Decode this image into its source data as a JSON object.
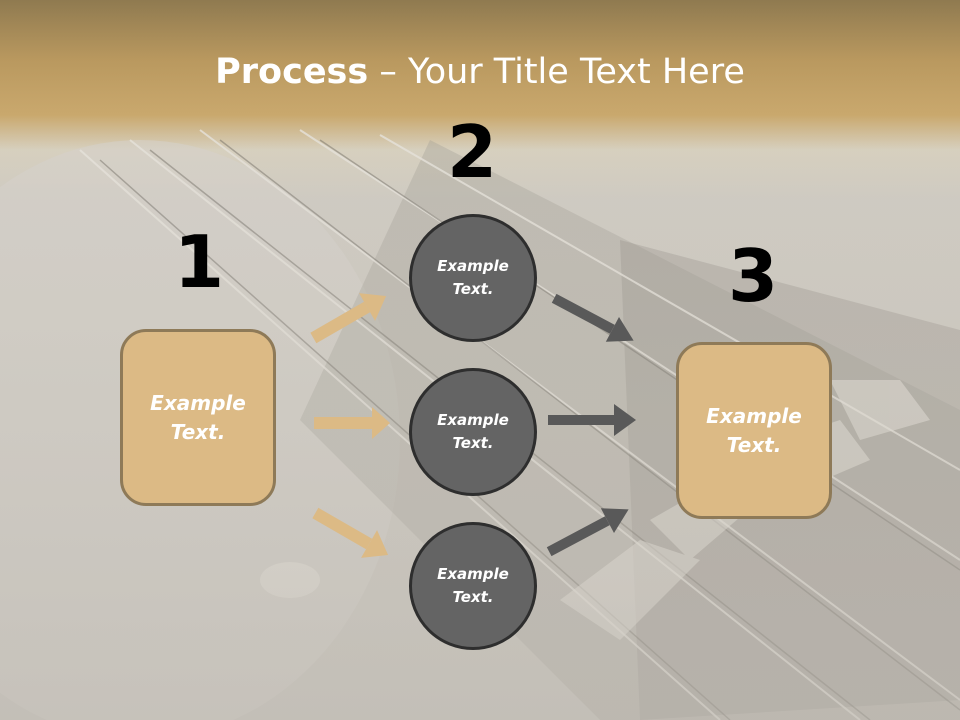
{
  "title": {
    "bold": "Process",
    "rest": " – Your Title Text Here"
  },
  "steps": {
    "one": "1",
    "two": "2",
    "three": "3"
  },
  "boxes": {
    "left": "Example Text.",
    "right": "Example Text."
  },
  "circles": {
    "top": "Example Text.",
    "middle": "Example Text.",
    "bottom": "Example Text."
  },
  "colors": {
    "box_fill": "#dcba85",
    "circle_fill": "#646464",
    "arrow_tan": "#dcba85",
    "arrow_dark": "#595959"
  }
}
